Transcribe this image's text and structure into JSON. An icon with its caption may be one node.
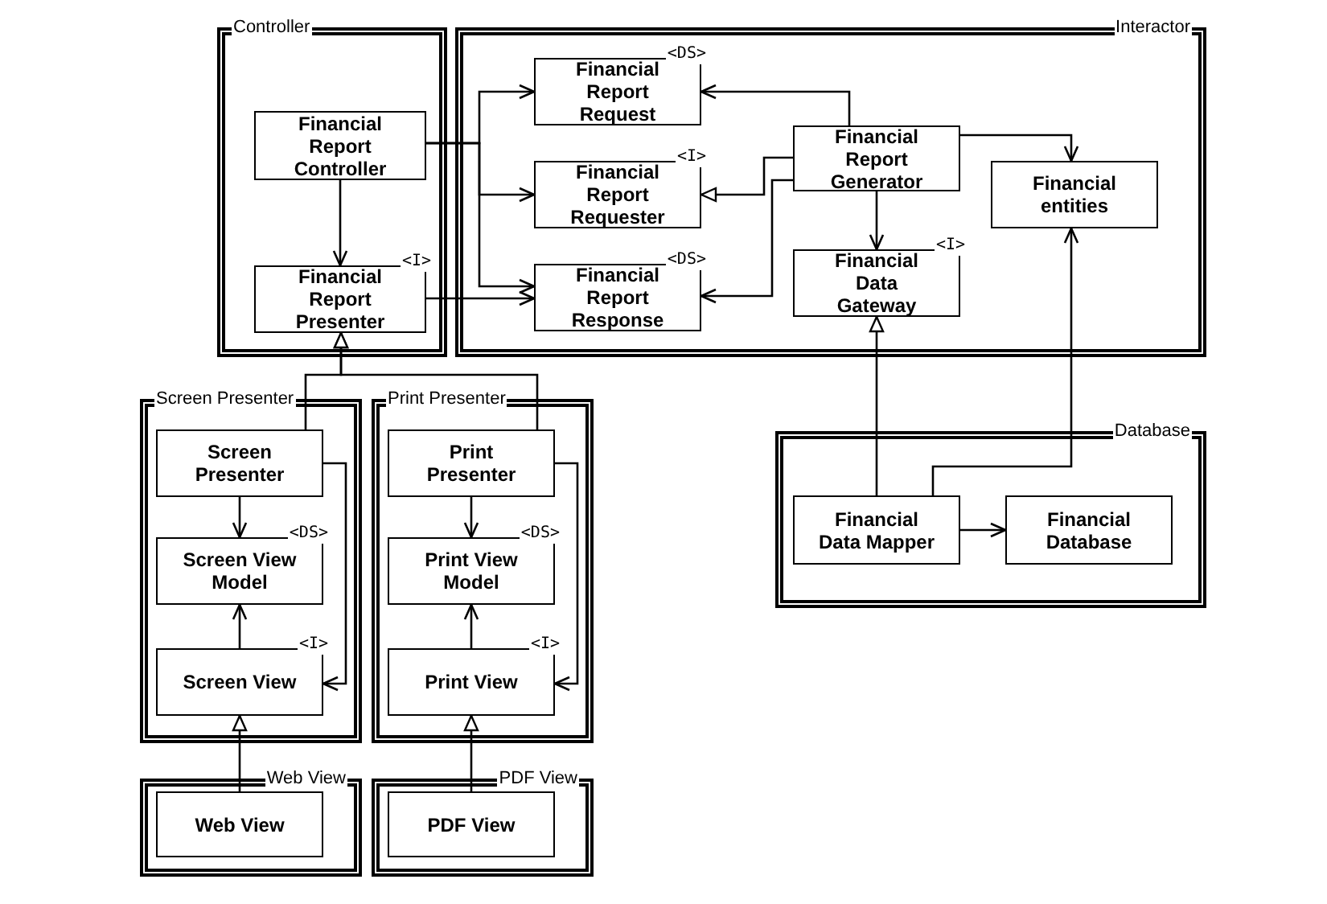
{
  "diagram": {
    "nodes": [
      {
        "text": [
          "Controller"
        ]
      },
      {
        "text": [
          "Financial Report Controller"
        ],
        "in": 0
      },
      {
        "text": [
          "Financial Report Presenter"
        ],
        "in": 0,
        "beside": [
          "<I>"
        ]
      },
      {
        "text": [
          "Interactor"
        ]
      },
      {
        "text": [
          "Financial Report Request"
        ],
        "in": 3,
        "beside": [
          "<DS>"
        ]
      },
      {
        "text": [
          "Financial Report Requester"
        ],
        "in": 3,
        "beside": [
          "<I>"
        ]
      },
      {
        "text": [
          "Financial Report Response"
        ],
        "in": 3,
        "beside": [
          "<DS>"
        ]
      },
      {
        "text": [
          "Financial Report Generator"
        ],
        "in": 3
      },
      {
        "text": [
          "Financial Data Gateway"
        ],
        "in": 3,
        "beside": [
          "<I>"
        ]
      },
      {
        "text": [
          "Financial entities"
        ],
        "in": 3
      },
      {
        "text": [
          "Screen Presenter"
        ]
      },
      {
        "text": [
          "Screen Presenter"
        ],
        "in": 10
      },
      {
        "text": [
          "Screen View Model"
        ],
        "in": 10,
        "beside": [
          "<DS>"
        ]
      },
      {
        "text": [
          "Screen View"
        ],
        "in": 10,
        "beside": [
          "<I>"
        ]
      },
      {
        "text": [
          "Print Presenter"
        ]
      },
      {
        "text": [
          "Print Presenter"
        ],
        "in": 14
      },
      {
        "text": [
          "Print View Model"
        ],
        "in": 14,
        "beside": [
          "<DS>"
        ]
      },
      {
        "text": [
          "Print View"
        ],
        "in": 14,
        "beside": [
          "<I>"
        ]
      },
      {
        "text": [
          "Web View"
        ]
      },
      {
        "text": [
          "Web View"
        ],
        "in": 18
      },
      {
        "text": [
          "PDF View"
        ]
      },
      {
        "text": [
          "PDF View"
        ],
        "in": 20
      },
      {
        "text": [
          "Database"
        ]
      },
      {
        "text": [
          "Financial Data Mapper"
        ],
        "in": 22
      },
      {
        "text": [
          "Financial Database"
        ],
        "in": 22
      }
    ],
    "edges": [
      {
        "from": 1,
        "to": 4,
        "arrow": "to"
      },
      {
        "from": 1,
        "to": 5,
        "arrow": "to"
      },
      {
        "from": 1,
        "to": 6,
        "arrow": "to"
      },
      {
        "from": 1,
        "to": 2,
        "arrow": "to"
      },
      {
        "from": 2,
        "to": 6,
        "arrow": "to"
      },
      {
        "from": 7,
        "to": 4,
        "arrow": "to"
      },
      {
        "from": 7,
        "to": 5,
        "arrow": "to"
      },
      {
        "from": 7,
        "to": 6,
        "arrow": "to"
      },
      {
        "from": 7,
        "to": 8,
        "arrow": "to"
      },
      {
        "from": 7,
        "to": 9,
        "arrow": "to"
      },
      {
        "from": 23,
        "to": 8,
        "arrow": "to"
      },
      {
        "from": 23,
        "to": 9,
        "arrow": "to"
      },
      {
        "from": 23,
        "to": 24,
        "arrow": "to"
      },
      {
        "from": 11,
        "to": 2,
        "arrow": "to"
      },
      {
        "from": 15,
        "to": 2,
        "arrow": "to"
      },
      {
        "from": 11,
        "to": 12,
        "arrow": "to"
      },
      {
        "from": 13,
        "to": 12,
        "arrow": "to"
      },
      {
        "from": 11,
        "to": 13,
        "arrow": "to"
      },
      {
        "from": 15,
        "to": 16,
        "arrow": "to"
      },
      {
        "from": 17,
        "to": 16,
        "arrow": "to"
      },
      {
        "from": 15,
        "to": 17,
        "arrow": "to"
      },
      {
        "from": 19,
        "to": 13,
        "arrow": "to"
      },
      {
        "from": 21,
        "to": 17,
        "arrow": "to"
      }
    ]
  }
}
